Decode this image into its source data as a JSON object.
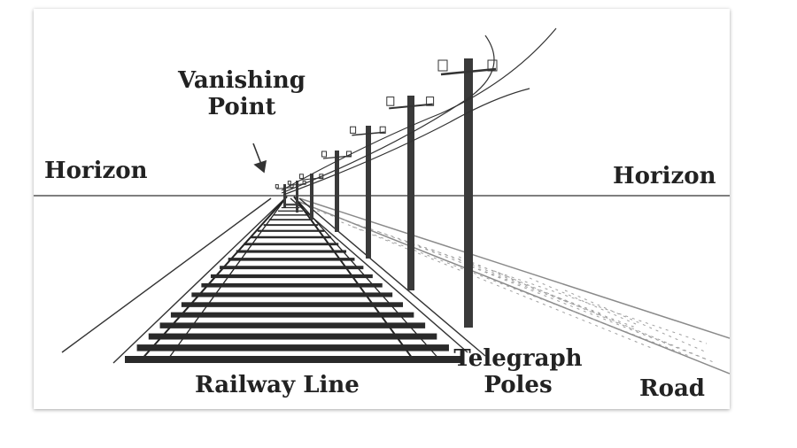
{
  "labels": {
    "vanishing_point": [
      "Vanishing",
      "Point"
    ],
    "horizon_left": "Horizon",
    "horizon_right": "Horizon",
    "telegraph_poles": [
      "Telegraph",
      "Poles"
    ],
    "railway_line": "Railway Line",
    "road": "Road"
  },
  "colors": {
    "ink": "#2a2a2a",
    "horizon_line": "#555555",
    "road_texture": "#9a9a9a"
  },
  "icons": {
    "vanishing_point_arrow": "arrow-down-right-icon"
  }
}
